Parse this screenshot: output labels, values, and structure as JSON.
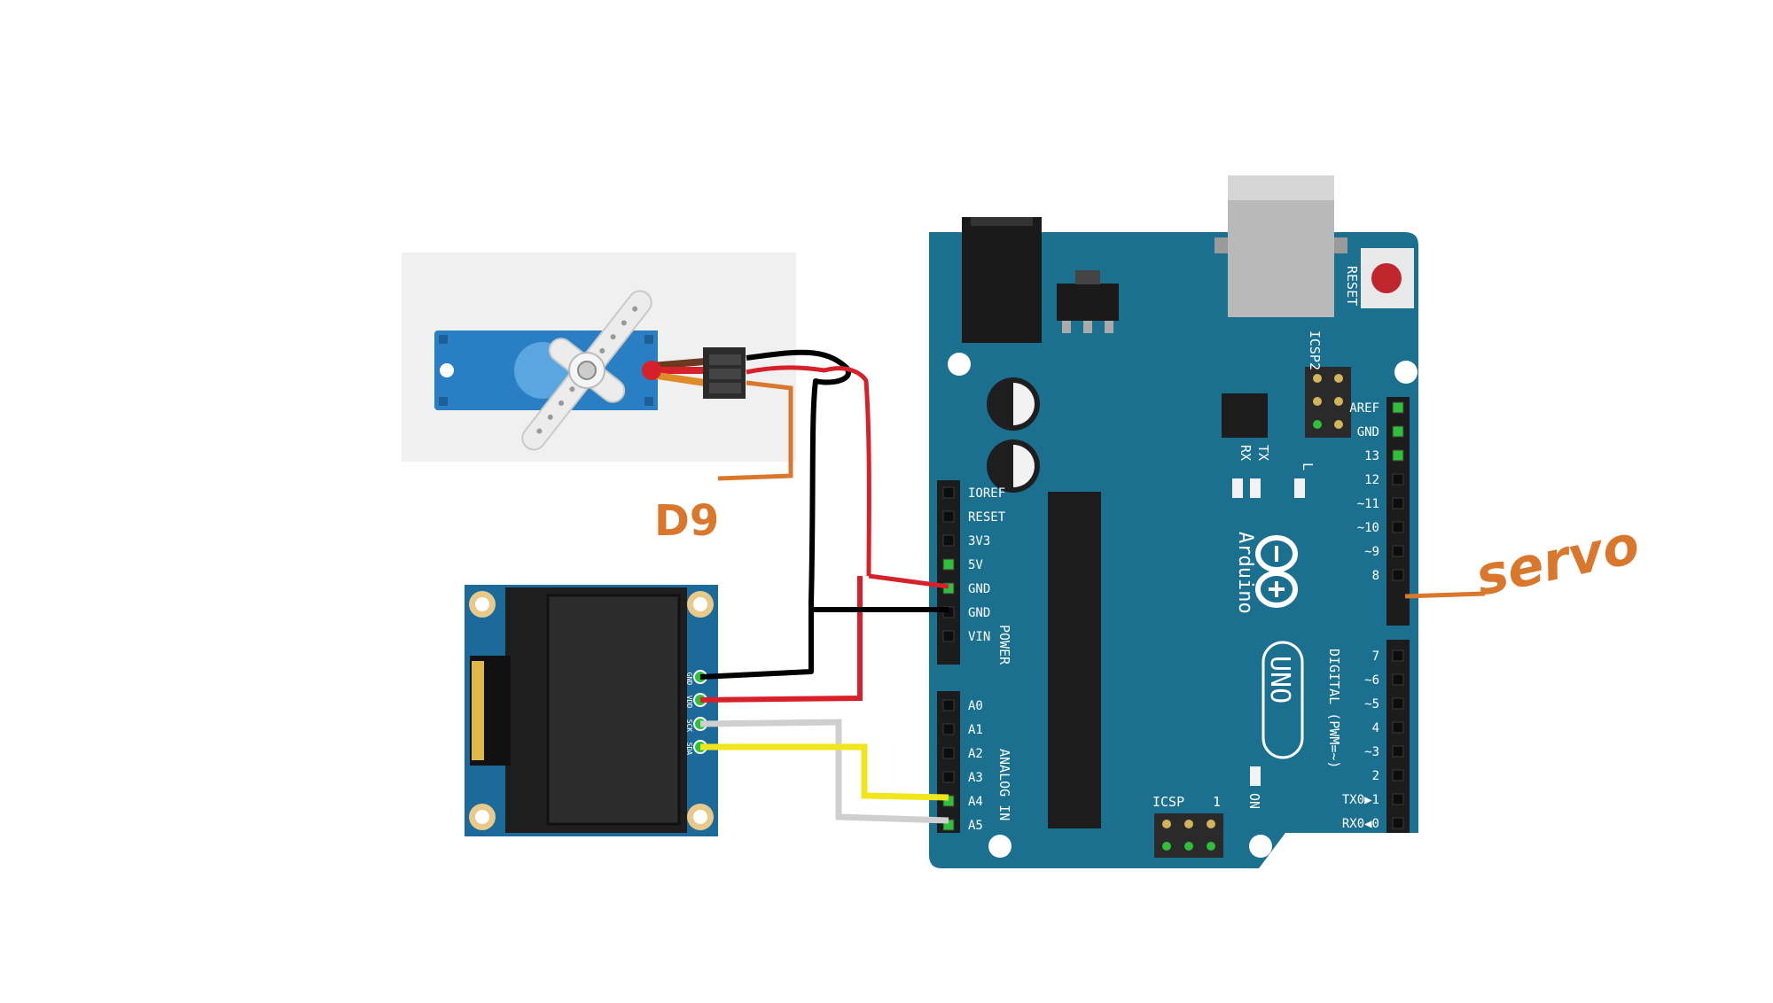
{
  "arduino": {
    "brand": "Arduino",
    "model": "UNO",
    "reset_label": "RESET",
    "icsp2_label": "ICSP2",
    "icsp_label": "ICSP",
    "icsp_pin1": "1",
    "tx_label": "TX",
    "rx_label": "RX",
    "l_label": "L",
    "on_label": "ON",
    "digital_label": "DIGITAL (PWM=~)",
    "power_label": "POWER",
    "analog_label": "ANALOG IN",
    "power_pins": [
      "IOREF",
      "RESET",
      "3V3",
      "5V",
      "GND",
      "GND",
      "VIN"
    ],
    "analog_pins": [
      "A0",
      "A1",
      "A2",
      "A3",
      "A4",
      "A5"
    ],
    "digital_upper_pins": [
      "AREF",
      "GND",
      "13",
      "12",
      "~11",
      "~10",
      "~9",
      "8"
    ],
    "digital_lower_pins": [
      "7",
      "~6",
      "~5",
      "4",
      "~3",
      "2",
      "TX0▶1",
      "RX0◀0"
    ]
  },
  "oled": {
    "pins": [
      "GND",
      "VDD",
      "SCK",
      "SDA"
    ]
  },
  "annotations": {
    "servo_pin": "D9",
    "servo_note": "servo"
  },
  "colors": {
    "board": "#1b7090",
    "wire_black": "#000000",
    "wire_red": "#d6202a",
    "wire_white": "#cfcfcf",
    "wire_yellow": "#f1e61c",
    "handwriting": "#d9782d",
    "servo_body": "#2a7fc4",
    "reset_button": "#c0262d"
  }
}
